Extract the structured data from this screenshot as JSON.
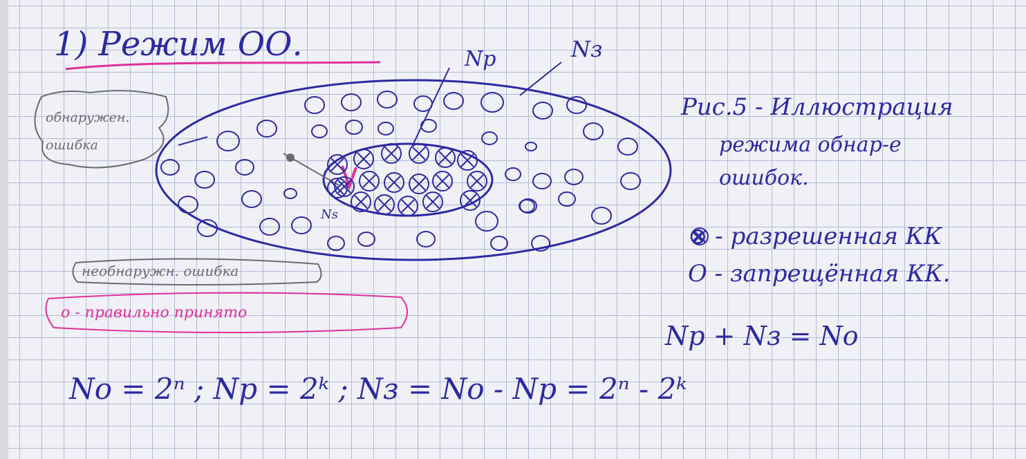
{
  "title": "1) Режим ОО.",
  "labels": {
    "np": "Nр",
    "nz": "Nз",
    "ns": "Ns",
    "detected": "обнаружен. ошибка",
    "undetected": "необнаружн. ошибка",
    "correct": "о - правильно принято"
  },
  "caption": {
    "line1": "Рис.5 - Иллюстрация",
    "line2": "режима обнар-е",
    "line3": "ошибок."
  },
  "legend": {
    "allowed": "⊗ - разрешенная КК",
    "forbidden": "О - запрещённая КК."
  },
  "formulas": {
    "sum": "Nр + Nз = Nо",
    "main": "Nо = 2ⁿ ; Nр = 2ᵏ ; Nз = Nо - Nр = 2ⁿ - 2ᵏ"
  },
  "colors": {
    "ink": "#2c2aa0",
    "pencil": "#6a6a72",
    "pink": "#e0309a",
    "grid": "#aebbd6"
  }
}
